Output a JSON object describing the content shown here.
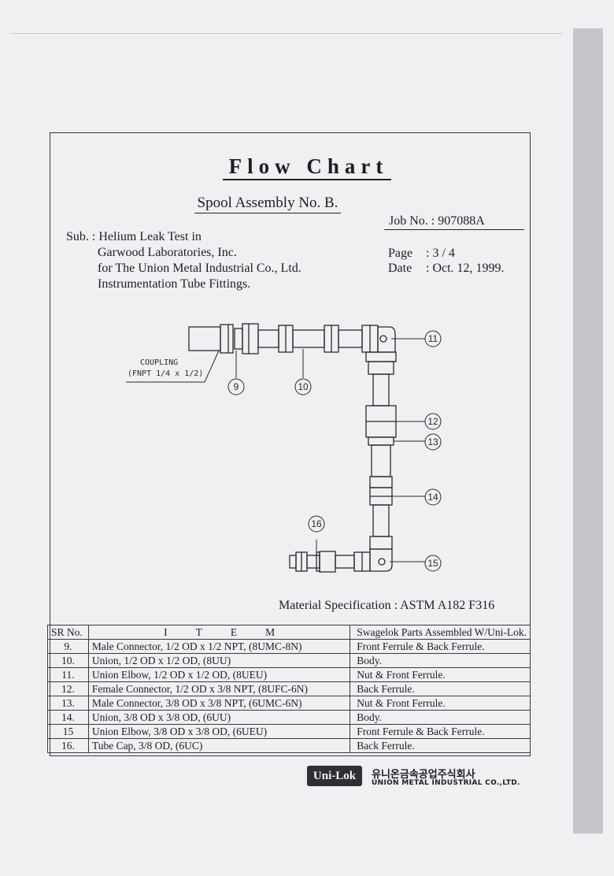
{
  "title": "Flow Chart",
  "subtitle": "Spool Assembly No. B.",
  "job_no": "Job No. : 907088A",
  "page": {
    "label": "Page",
    "value": ":   3 / 4"
  },
  "date": {
    "label": "Date",
    "value": ": Oct. 12, 1999."
  },
  "sub": {
    "label": "Sub. :",
    "lines": [
      "Helium Leak Test in",
      "Garwood Laboratories, Inc.",
      "for The Union Metal Industrial Co., Ltd.",
      "Instrumentation Tube Fittings."
    ]
  },
  "diagram": {
    "coupling_label_1": "COUPLING",
    "coupling_label_2": "(FNPT 1/4 x 1/2)",
    "callouts": [
      "9",
      "10",
      "11",
      "12",
      "13",
      "14",
      "15",
      "16"
    ]
  },
  "material_spec": "Material Specification : ASTM A182 F316",
  "table": {
    "headers": {
      "sr": "SR No.",
      "item": "ITEM",
      "parts": "Swagelok Parts Assembled W/Uni-Lok."
    },
    "rows": [
      {
        "sr": "9.",
        "item": "Male Connector, 1/2 OD x 1/2 NPT, (8UMC-8N)",
        "parts": "Front Ferrule & Back Ferrule."
      },
      {
        "sr": "10.",
        "item": "Union, 1/2 OD x 1/2 OD, (8UU)",
        "parts": "Body."
      },
      {
        "sr": "11.",
        "item": "Union Elbow, 1/2 OD x 1/2 OD, (8UEU)",
        "parts": "Nut & Front Ferrule."
      },
      {
        "sr": "12.",
        "item": "Female Connector, 1/2 OD x 3/8 NPT, (8UFC-6N)",
        "parts": "Back Ferrule."
      },
      {
        "sr": "13.",
        "item": "Male Connector, 3/8 OD x 3/8 NPT, (6UMC-6N)",
        "parts": "Nut & Front Ferrule."
      },
      {
        "sr": "14.",
        "item": "Union, 3/8 OD x 3/8 OD, (6UU)",
        "parts": "Body."
      },
      {
        "sr": "15",
        "item": "Union Elbow, 3/8 OD x 3/8 OD, (6UEU)",
        "parts": "Front Ferrule & Back Ferrule."
      },
      {
        "sr": "16.",
        "item": "Tube Cap, 3/8 OD, (6UC)",
        "parts": "Back Ferrule."
      }
    ]
  },
  "footer": {
    "logo": "Uni-Lok",
    "korean_name": "유니온금속공업주식회사",
    "company": "UNION METAL INDUSTRIAL CO.,LTD."
  }
}
